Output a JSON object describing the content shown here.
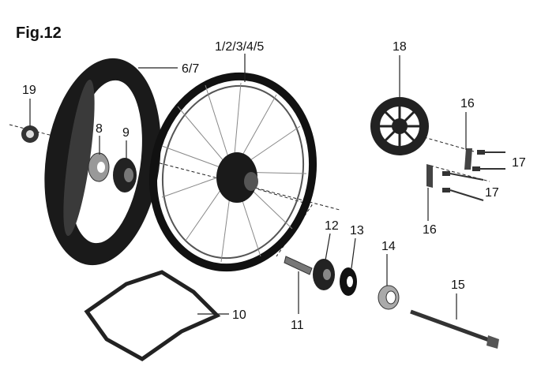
{
  "figure_title": "Fig.12",
  "callouts": {
    "rim_assembly": "1/2/3/4/5",
    "tire": "6/7",
    "nut_19": "19",
    "spacer_8": "8",
    "bearing_9": "9",
    "brake_disc": "18",
    "bracket_16_top": "16",
    "bolt_17_top": "17",
    "bolt_17_bottom": "17",
    "bracket_16_bottom": "16",
    "bearing_12": "12",
    "seal_13": "13",
    "spacer_14": "14",
    "axle_15": "15",
    "sleeve_11": "11",
    "rim_strip_10": "10"
  }
}
